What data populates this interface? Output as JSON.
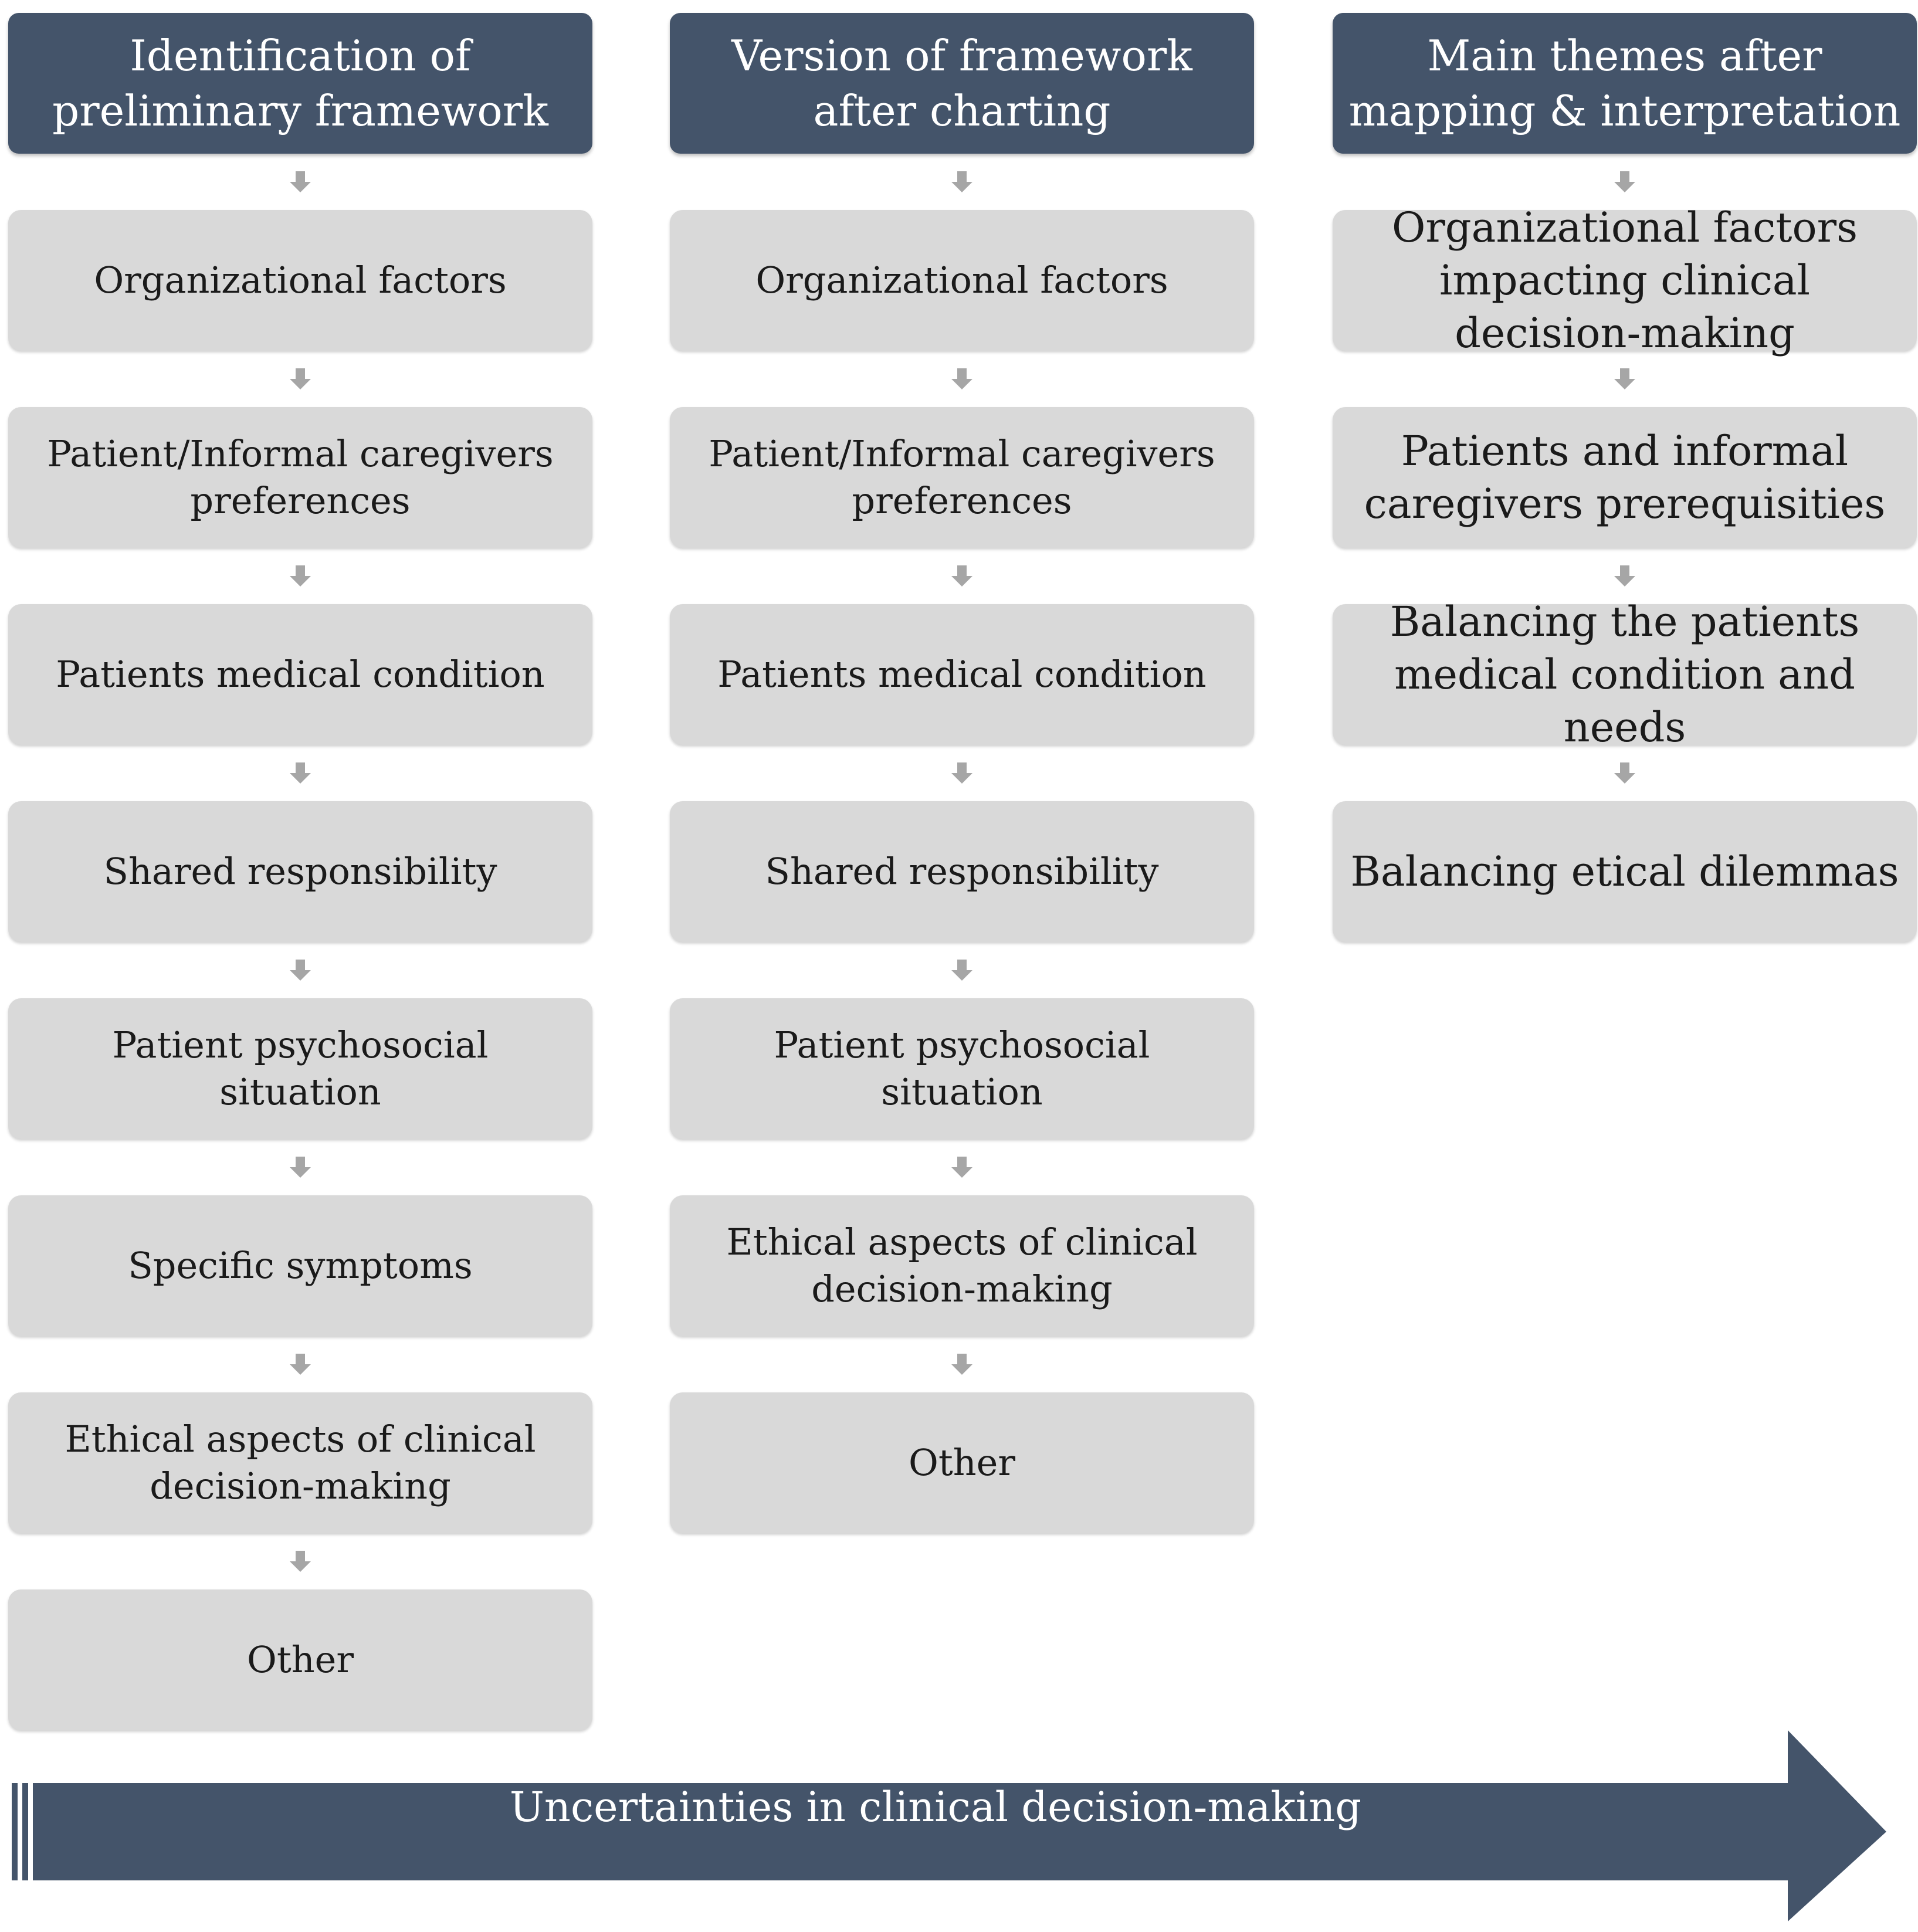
{
  "columns": [
    {
      "header": "Identification of preliminary framework",
      "items": [
        "Organizational factors",
        "Patient/Informal caregivers preferences",
        "Patients medical condition",
        "Shared responsibility",
        "Patient psychosocial situation",
        "Specific symptoms",
        "Ethical aspects of  clinical decision-making",
        "Other"
      ]
    },
    {
      "header": "Version of framework after charting",
      "items": [
        "Organizational factors",
        "Patient/Informal caregivers preferences",
        "Patients medical condition",
        "Shared responsibility",
        "Patient psychosocial situation",
        "Ethical aspects of clinical decision-making",
        "Other"
      ]
    },
    {
      "header": "Main themes after mapping & interpretation",
      "items": [
        "Organizational factors impacting clinical decision-making",
        "Patients and informal caregivers prerequisities",
        "Balancing the patients medical condition and needs",
        "Balancing etical dilemmas"
      ]
    }
  ],
  "bottom_arrow": {
    "label": "Uncertainties in clinical decision-making"
  },
  "colors": {
    "header_fill": "#44546a",
    "box_fill": "#d9d9d9",
    "connector_arrow": "#a6a6a6",
    "bottom_arrow_fill": "#44546a"
  }
}
